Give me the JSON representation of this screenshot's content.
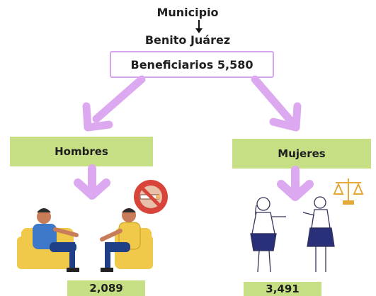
{
  "header": {
    "municipio_label": "Municipio",
    "municipio_name": "Benito Juárez",
    "beneficiarios": "Beneficiarios 5,580"
  },
  "groups": [
    {
      "label": "Hombres",
      "count": "2,089",
      "badge_icon": "no-smoking-icon",
      "illustration": "counseling-men-icon"
    },
    {
      "label": "Mujeres",
      "count": "3,491",
      "badge_icon": "scales-of-justice-icon",
      "illustration": "women-talking-icon"
    }
  ],
  "colors": {
    "arrow": "#dca9f0",
    "banner": "#c6df84",
    "box_border": "#d7a6ee",
    "badge_red": "#d8433a"
  }
}
